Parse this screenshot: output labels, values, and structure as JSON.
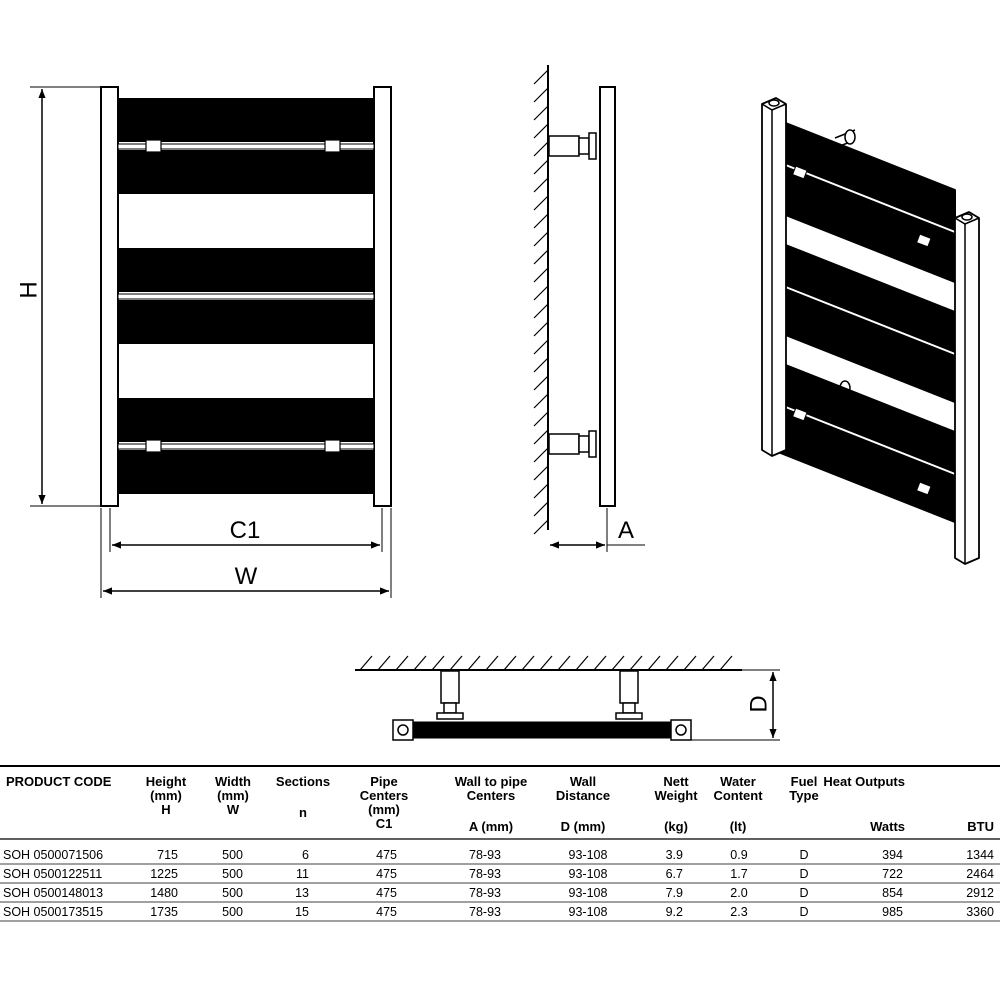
{
  "dimension_labels": {
    "height": "H",
    "pipe_centers": "C1",
    "width": "W",
    "wall_to_pipe": "A",
    "wall_distance": "D"
  },
  "table": {
    "headers": [
      {
        "lines": [
          "PRODUCT CODE"
        ],
        "sub": ""
      },
      {
        "lines": [
          "Height",
          "(mm)",
          "H"
        ],
        "sub": ""
      },
      {
        "lines": [
          "Width",
          "(mm)",
          "W"
        ],
        "sub": ""
      },
      {
        "lines": [
          "Sections"
        ],
        "sub": "n"
      },
      {
        "lines": [
          "Pipe",
          "Centers",
          "(mm)",
          "C1"
        ],
        "sub": ""
      },
      {
        "lines": [
          "Wall to pipe",
          "Centers"
        ],
        "sub": "A (mm)"
      },
      {
        "lines": [
          "Wall",
          "Distance"
        ],
        "sub": "D (mm)"
      },
      {
        "lines": [
          "Nett",
          "Weight"
        ],
        "sub": "(kg)"
      },
      {
        "lines": [
          "Water",
          "Content"
        ],
        "sub": "(lt)"
      },
      {
        "lines": [
          "Fuel",
          "Type"
        ],
        "sub": ""
      },
      {
        "lines": [
          "Heat Outputs"
        ],
        "sub": "Watts"
      },
      {
        "lines": [
          ""
        ],
        "sub": "BTU"
      }
    ],
    "rows": [
      [
        "SOH 0500071506",
        "715",
        "500",
        "6",
        "475",
        "78-93",
        "93-108",
        "3.9",
        "0.9",
        "D",
        "394",
        "1344"
      ],
      [
        "SOH 0500122511",
        "1225",
        "500",
        "11",
        "475",
        "78-93",
        "93-108",
        "6.7",
        "1.7",
        "D",
        "722",
        "2464"
      ],
      [
        "SOH 0500148013",
        "1480",
        "500",
        "13",
        "475",
        "78-93",
        "93-108",
        "7.9",
        "2.0",
        "D",
        "854",
        "2912"
      ],
      [
        "SOH 0500173515",
        "1735",
        "500",
        "15",
        "475",
        "78-93",
        "93-108",
        "9.2",
        "2.3",
        "D",
        "985",
        "3360"
      ]
    ]
  }
}
